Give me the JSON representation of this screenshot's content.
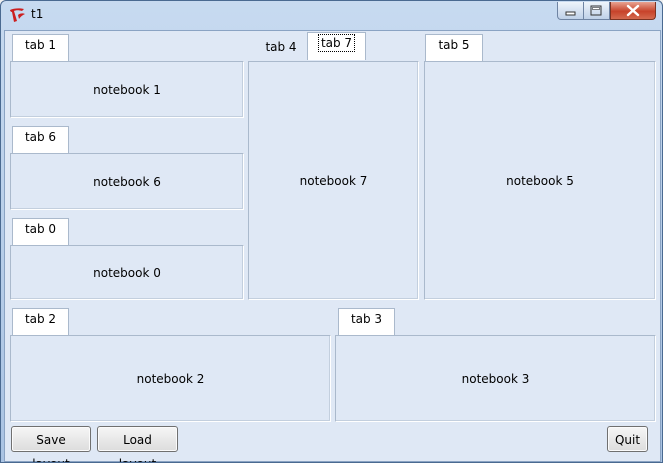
{
  "window": {
    "title": "t1",
    "icon": "tk-feather-icon"
  },
  "window_controls": {
    "minimize": "minimize-icon",
    "maximize": "maximize-icon",
    "close": "close-icon"
  },
  "notebooks": {
    "n1": {
      "tab": "tab 1",
      "label": "notebook 1"
    },
    "n6": {
      "tab": "tab 6",
      "label": "notebook 6"
    },
    "n0": {
      "tab": "tab 0",
      "label": "notebook 0"
    },
    "n7": {
      "tabs": [
        "tab 4",
        "tab 7"
      ],
      "selected_tab": "tab 7",
      "label": "notebook 7"
    },
    "n5": {
      "tab": "tab 5",
      "label": "notebook 5"
    },
    "n2": {
      "tab": "tab 2",
      "label": "notebook 2"
    },
    "n3": {
      "tab": "tab 3",
      "label": "notebook 3"
    }
  },
  "buttons": {
    "save": "Save layout",
    "load": "Load layout",
    "quit": "Quit"
  },
  "colors": {
    "client_bg": "#dfe8f5",
    "tab_bg": "#ffffff",
    "titlebar": "#b9d1ea"
  }
}
